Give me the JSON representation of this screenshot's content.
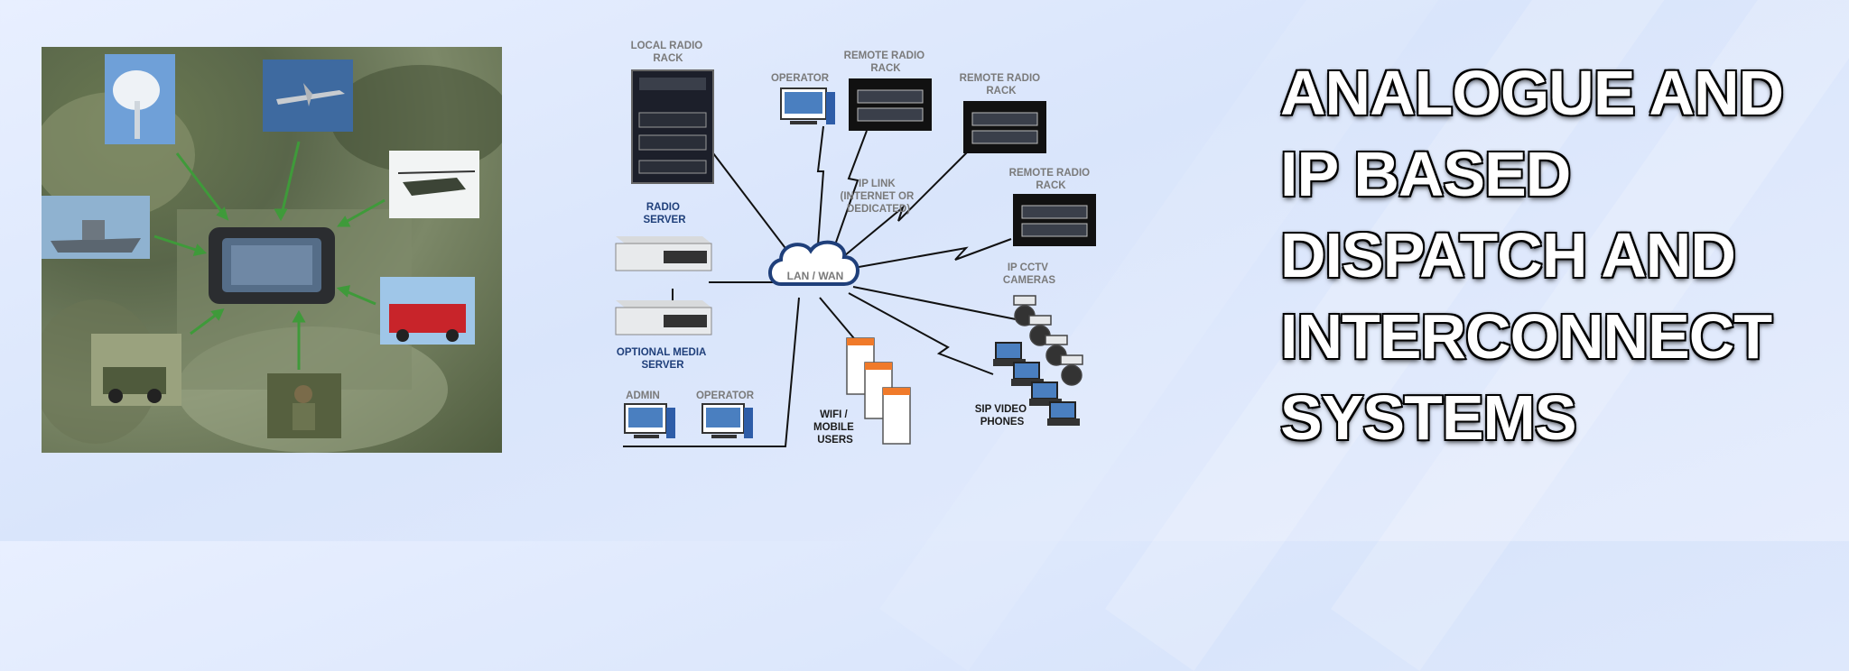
{
  "title": {
    "lines": [
      "ANALOGUE AND",
      "IP BASED",
      "DISPATCH AND",
      "INTERCONNECT",
      "SYSTEMS"
    ]
  },
  "diagram": {
    "labels": {
      "local_radio_rack": [
        "LOCAL RADIO",
        "RACK"
      ],
      "operator_top": [
        "OPERATOR"
      ],
      "remote_radio_rack_1": [
        "REMOTE RADIO",
        "RACK"
      ],
      "remote_radio_rack_2": [
        "REMOTE RADIO",
        "RACK"
      ],
      "remote_radio_rack_3": [
        "REMOTE RADIO",
        "RACK"
      ],
      "ip_link": [
        "IP LINK",
        "(INTERNET OR",
        "DEDICATED)"
      ],
      "radio_server": [
        "RADIO",
        "SERVER"
      ],
      "lan_wan": [
        "LAN / WAN"
      ],
      "optional_media_server": [
        "OPTIONAL MEDIA",
        "SERVER"
      ],
      "ip_cctv_cameras": [
        "IP CCTV",
        "CAMERAS"
      ],
      "admin": [
        "ADMIN"
      ],
      "operator_bottom": [
        "OPERATOR"
      ],
      "wifi_mobile_users": [
        "WIFI /",
        "MOBILE",
        "USERS"
      ],
      "sip_video_phones": [
        "SIP VIDEO",
        "PHONES"
      ]
    }
  },
  "colors": {
    "accent_blue": "#1f3f7a",
    "label_gray": "#7a7a7a",
    "arrow_green": "#3f9a3a"
  }
}
